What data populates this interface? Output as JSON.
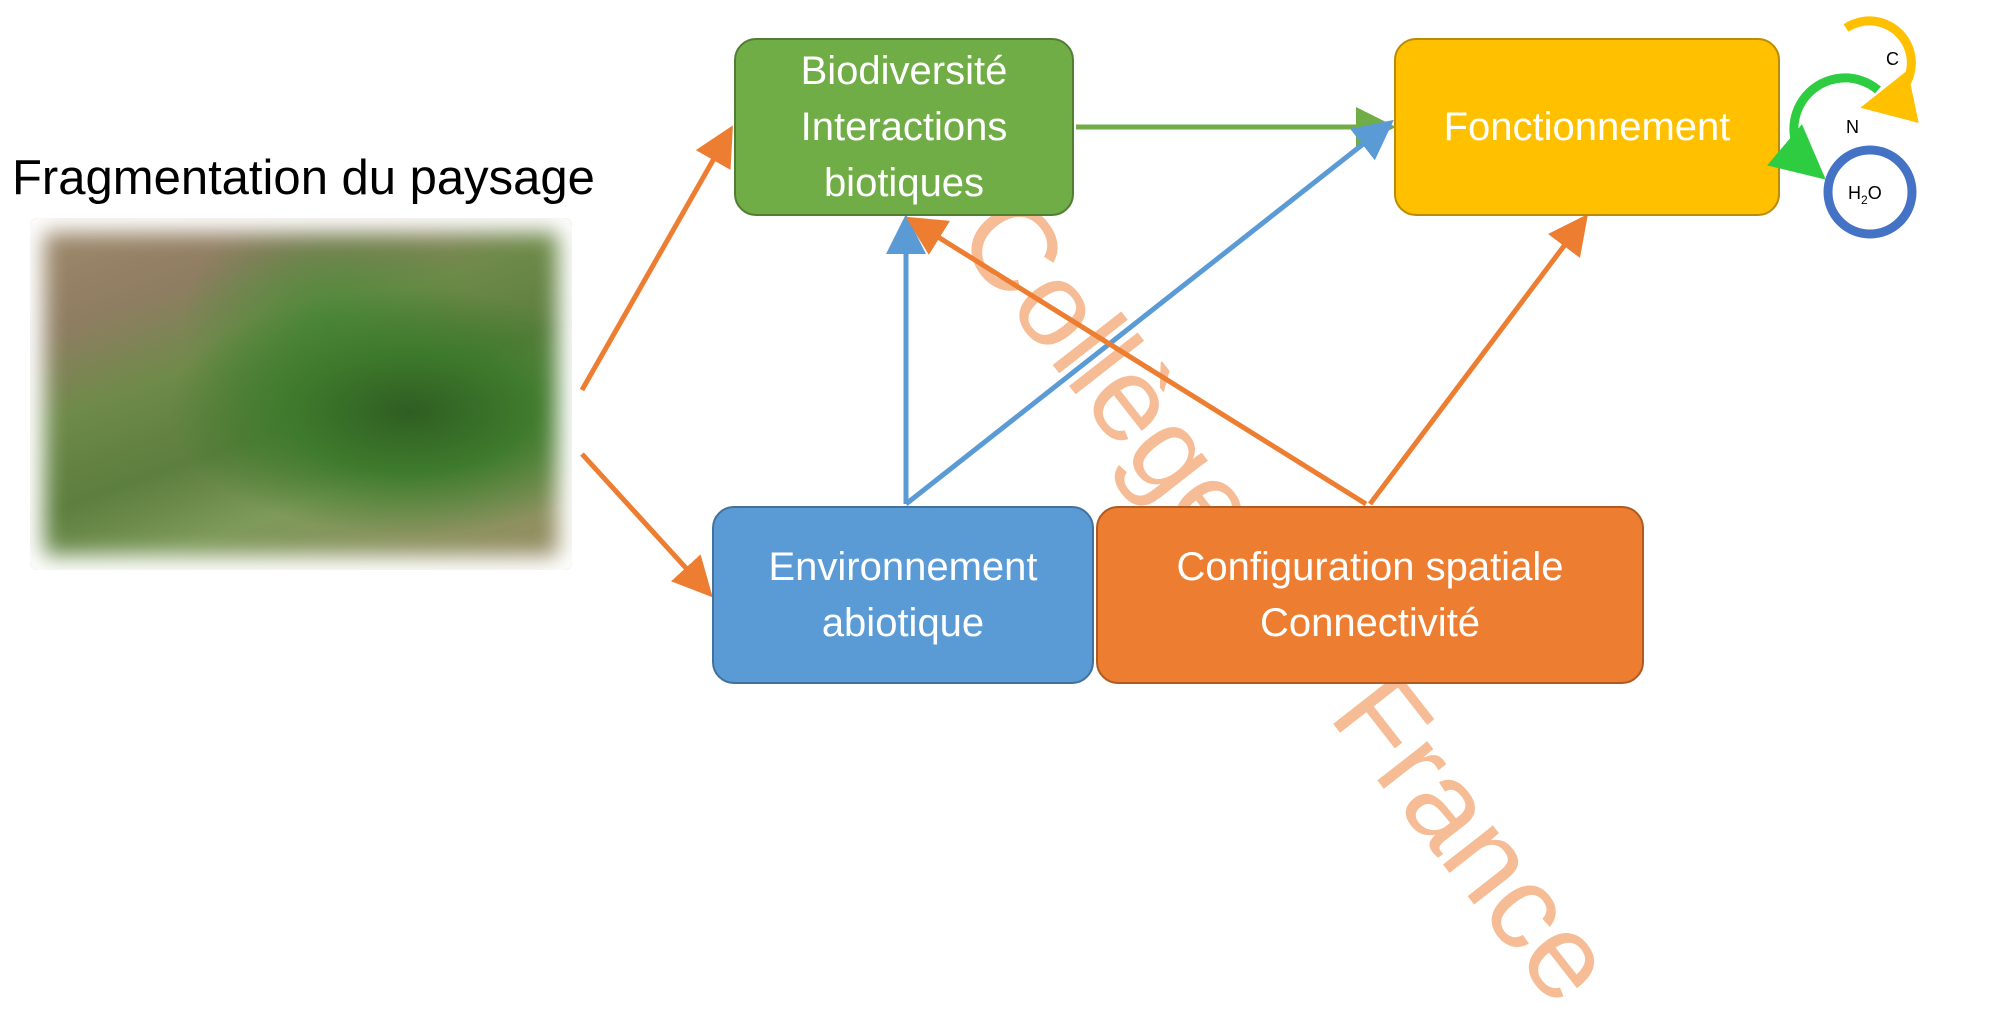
{
  "title": "Fragmentation du paysage",
  "watermark": "Collège de France",
  "boxes": {
    "biodiversity": {
      "line1": "Biodiversité",
      "line2": "Interactions",
      "line3": "biotiques",
      "color": "#70ad47"
    },
    "functioning": {
      "line1": "Fonctionnement",
      "color": "#ffc000"
    },
    "environment": {
      "line1": "Environnement",
      "line2": "abiotique",
      "color": "#5b9bd5"
    },
    "configuration": {
      "line1": "Configuration spatiale",
      "line2": "Connectivité",
      "color": "#ed7d31"
    }
  },
  "cycles": {
    "carbon": "C",
    "nitrogen": "N",
    "water_main": "H",
    "water_sub": "2",
    "water_tail": "O",
    "colors": {
      "carbon": "#ffc000",
      "nitrogen": "#2ecc40",
      "water": "#4472c4"
    }
  },
  "arrow_colors": {
    "orange": "#ed7d31",
    "blue": "#5b9bd5",
    "green": "#70ad47"
  }
}
